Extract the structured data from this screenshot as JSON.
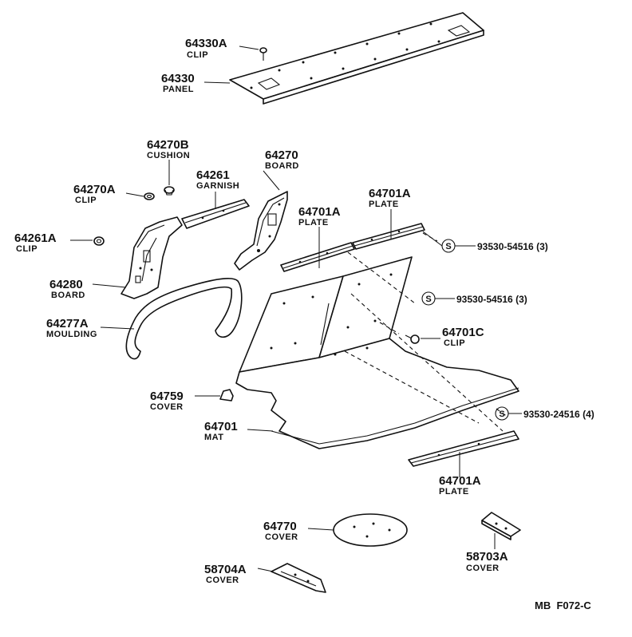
{
  "labels": {
    "clip_64330a": {
      "num": "64330A",
      "name": "CLIP"
    },
    "panel_64330": {
      "num": "64330",
      "name": "PANEL"
    },
    "cushion_64270b": {
      "num": "64270B",
      "name": "CUSHION"
    },
    "board_64270": {
      "num": "64270",
      "name": "BOARD"
    },
    "garnish_64261": {
      "num": "64261",
      "name": "GARNISH"
    },
    "clip_64270a": {
      "num": "64270A",
      "name": "CLIP"
    },
    "clip_64261a": {
      "num": "64261A",
      "name": "CLIP"
    },
    "board_64280": {
      "num": "64280",
      "name": "BOARD"
    },
    "moulding_64277a": {
      "num": "64277A",
      "name": "MOULDING"
    },
    "plate_64701a_left": {
      "num": "64701A",
      "name": "PLATE"
    },
    "plate_64701a_right": {
      "num": "64701A",
      "name": "PLATE"
    },
    "clip_64701c": {
      "num": "64701C",
      "name": "CLIP"
    },
    "cover_64759": {
      "num": "64759",
      "name": "COVER"
    },
    "mat_64701": {
      "num": "64701",
      "name": "MAT"
    },
    "plate_64701a_bottom": {
      "num": "64701A",
      "name": "PLATE"
    },
    "cover_64770": {
      "num": "64770",
      "name": "COVER"
    },
    "cover_58703a": {
      "num": "58703A",
      "name": "COVER"
    },
    "cover_58704a": {
      "num": "58704A",
      "name": "COVER"
    }
  },
  "screws": [
    {
      "symbol": "S",
      "text": "93530-54516 (3)"
    },
    {
      "symbol": "S",
      "text": "93530-54516 (3)"
    },
    {
      "symbol": "S",
      "text": "93530-24516 (4)"
    }
  ],
  "figure_code": "MB  F072-C"
}
